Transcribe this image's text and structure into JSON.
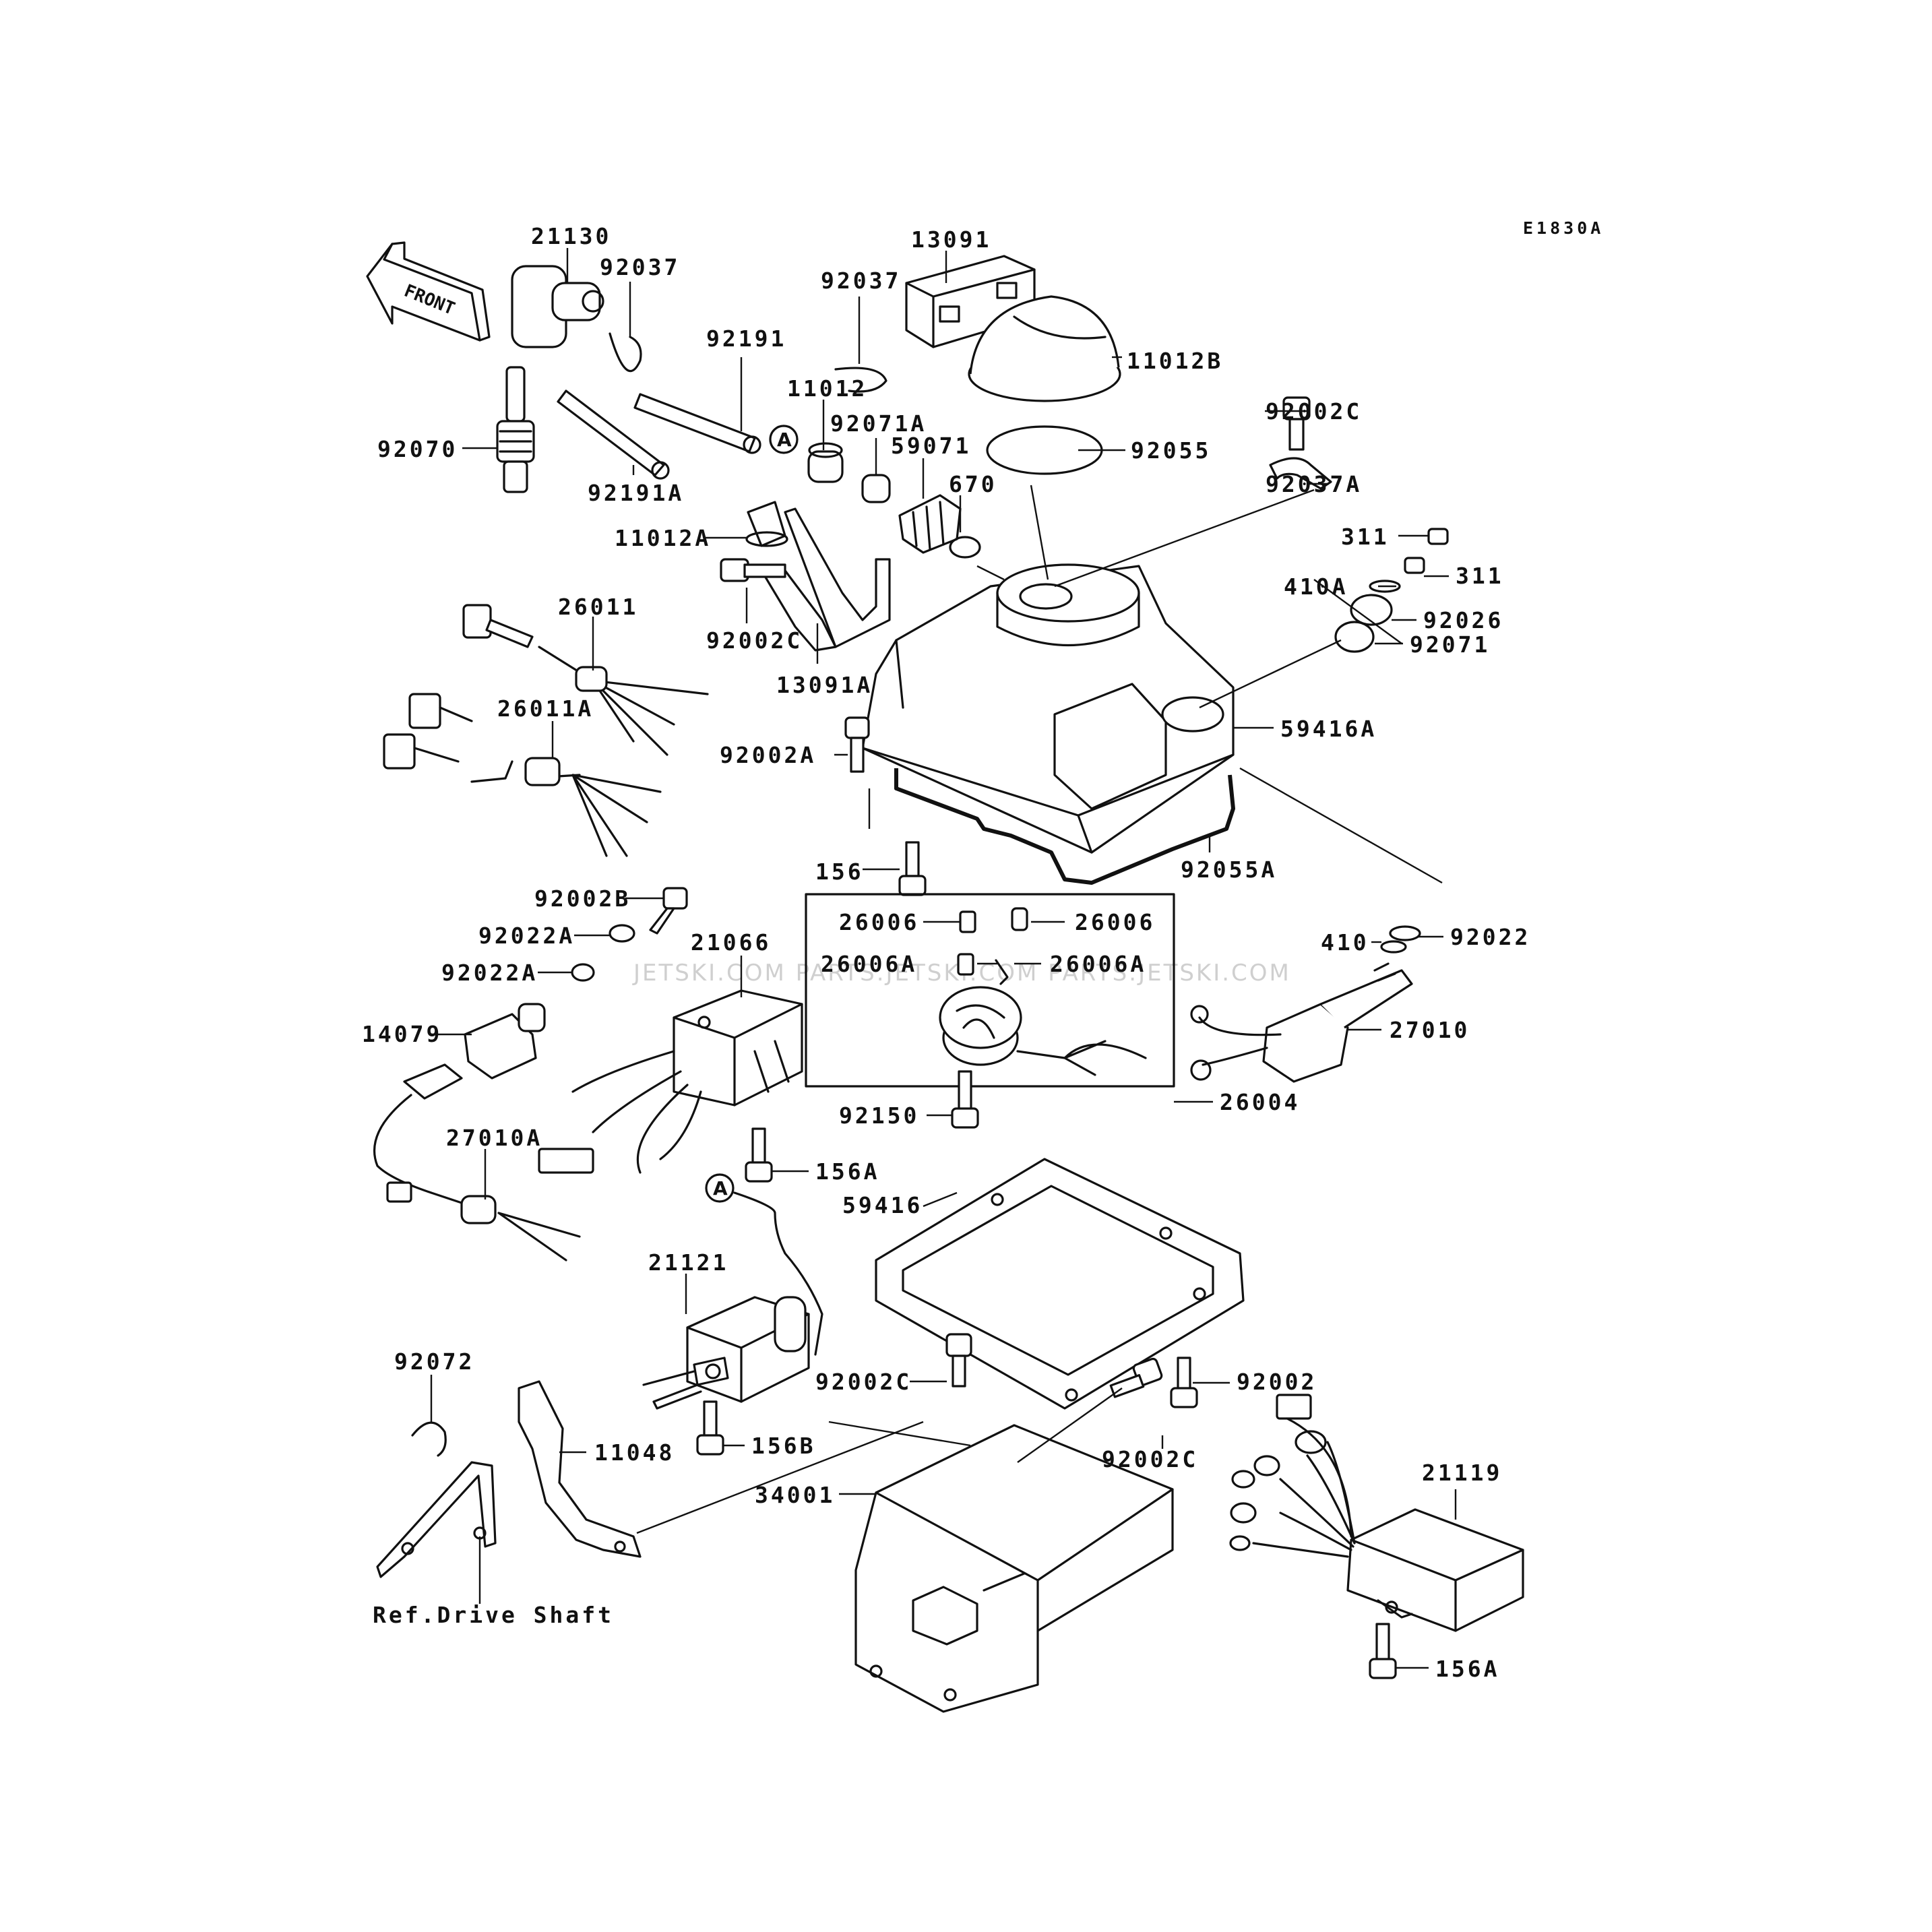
{
  "diagram_code": "E1830A",
  "front_marker": "FRONT",
  "ref_marker": "A",
  "watermark": "JETSKI.COM  PARTS.JETSKI.COM  PARTS.JETSKI.COM",
  "labels": {
    "p21130": "21130",
    "p92037_a": "92037",
    "p92037_b": "92037",
    "p13091": "13091",
    "p92191": "92191",
    "p11012": "11012",
    "p11012B": "11012B",
    "p92070": "92070",
    "p92071A": "92071A",
    "p92002C_a": "92002C",
    "p59071": "59071",
    "p92055": "92055",
    "p92191A": "92191A",
    "p670": "670",
    "p92037A": "92037A",
    "p11012A": "11012A",
    "p311_a": "311",
    "p311_b": "311",
    "p410A": "410A",
    "p92026": "92026",
    "p26011": "26011",
    "p92002C_b": "92002C",
    "p92071": "92071",
    "p13091A": "13091A",
    "p26011A": "26011A",
    "p59416A": "59416A",
    "p92002A": "92002A",
    "p156": "156",
    "p92055A": "92055A",
    "p92002B": "92002B",
    "p26006_a": "26006",
    "p26006_b": "26006",
    "p92022A_a": "92022A",
    "p21066": "21066",
    "p410": "410",
    "p92022": "92022",
    "p26006A_a": "26006A",
    "p26006A_b": "26006A",
    "p92022A_b": "92022A",
    "p14079": "14079",
    "p27010": "27010",
    "p26004": "26004",
    "p92150": "92150",
    "p27010A": "27010A",
    "p156A_a": "156A",
    "p59416": "59416",
    "p21121": "21121",
    "p92072": "92072",
    "p92002C_c": "92002C",
    "p92002": "92002",
    "p156B": "156B",
    "p11048": "11048",
    "p92002C_d": "92002C",
    "p21119": "21119",
    "p34001": "34001",
    "p156A_b": "156A",
    "ref_drive_shaft": "Ref.Drive Shaft"
  }
}
